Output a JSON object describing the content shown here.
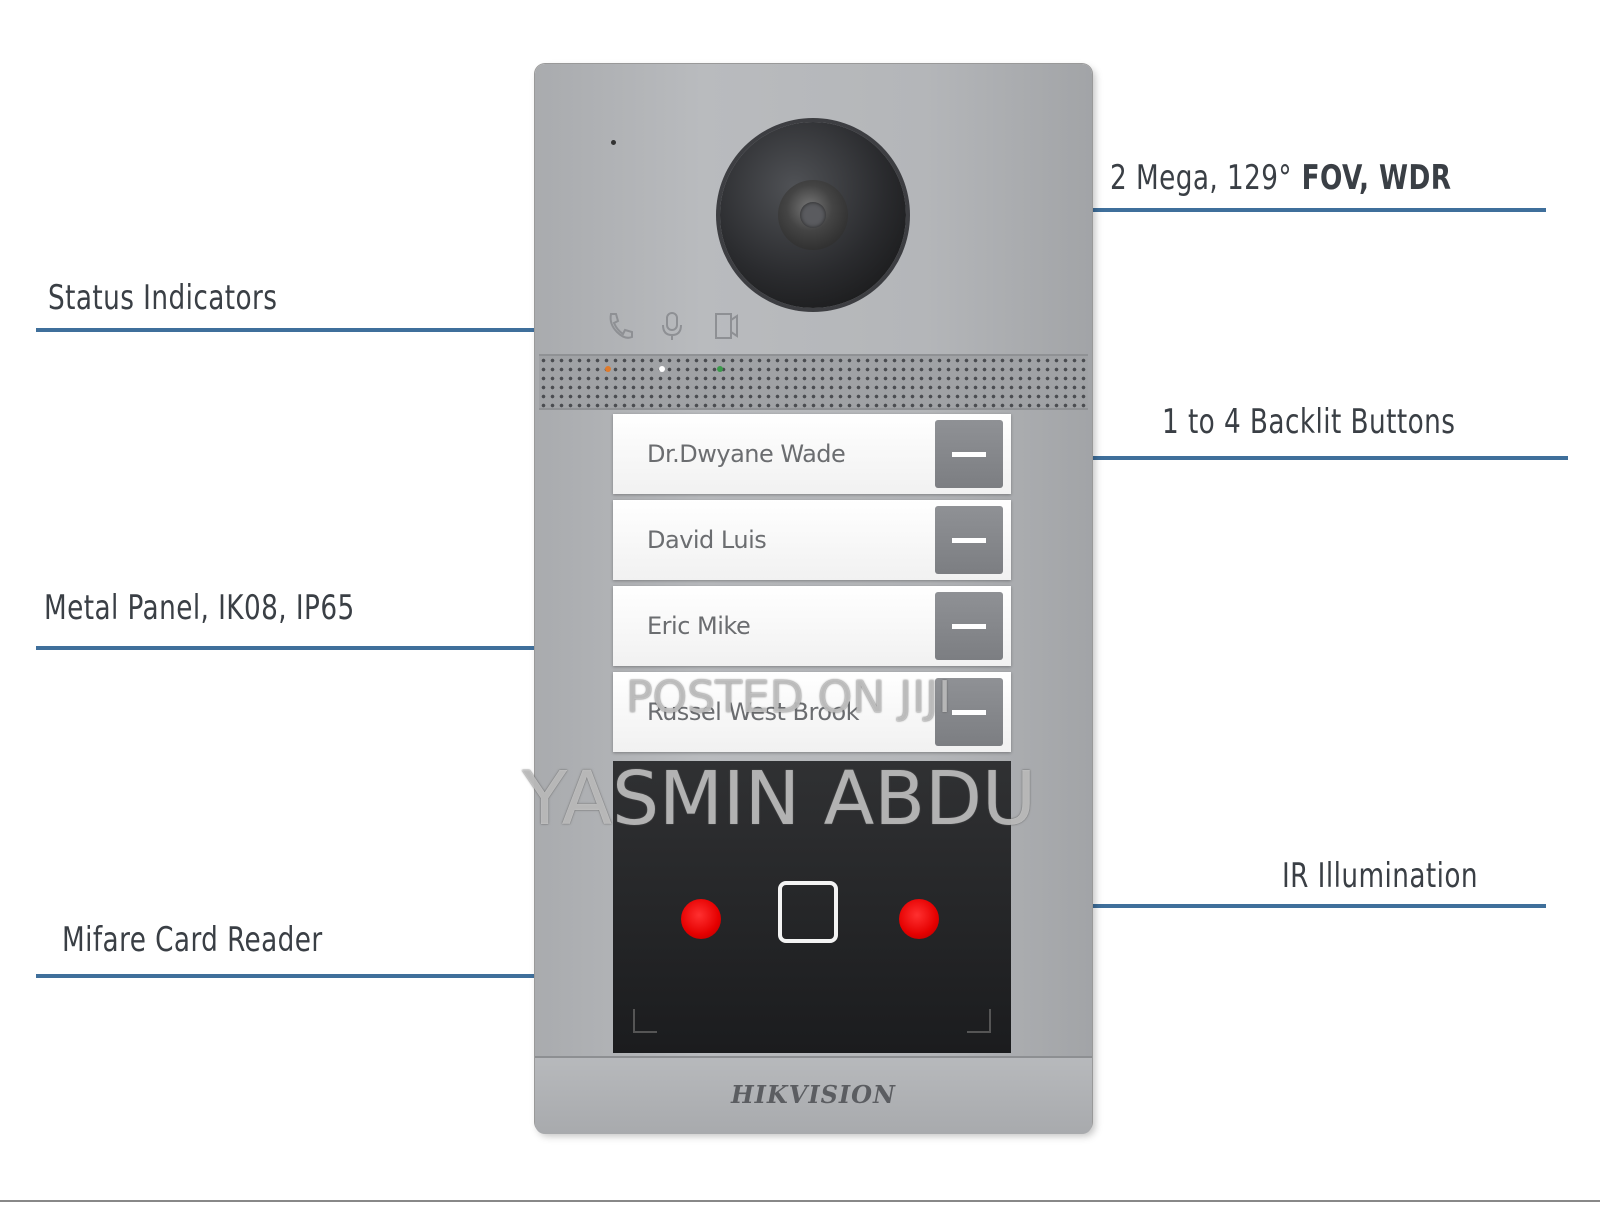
{
  "callouts": {
    "camera": {
      "text_regular": "2 Mega, 129°",
      "text_bold": " FOV, WDR"
    },
    "status_indicators": "Status Indicators",
    "backlit_buttons": "1 to 4 Backlit Buttons",
    "metal_panel": "Metal Panel, IK08, IP65",
    "ir_illumination": "IR Illumination",
    "card_reader": "Mifare Card Reader"
  },
  "device": {
    "brand": "HIKVISION",
    "buttons": [
      {
        "name": "Dr.Dwyane Wade"
      },
      {
        "name": "David Luis"
      },
      {
        "name": "Eric Mike"
      },
      {
        "name": "Russel West Brook"
      }
    ],
    "status_icons": [
      "phone-icon",
      "microphone-icon",
      "door-icon"
    ],
    "led_colors": [
      "#e07a2a",
      "#ffffff",
      "#3a9a4a"
    ],
    "ir_led_color": "#e50000"
  },
  "watermark": {
    "line1": "POSTED ON JIJI",
    "line2": "YASMIN ABDU"
  },
  "colors": {
    "leader": "#3f6f9b",
    "label_text": "#3a3f45"
  }
}
